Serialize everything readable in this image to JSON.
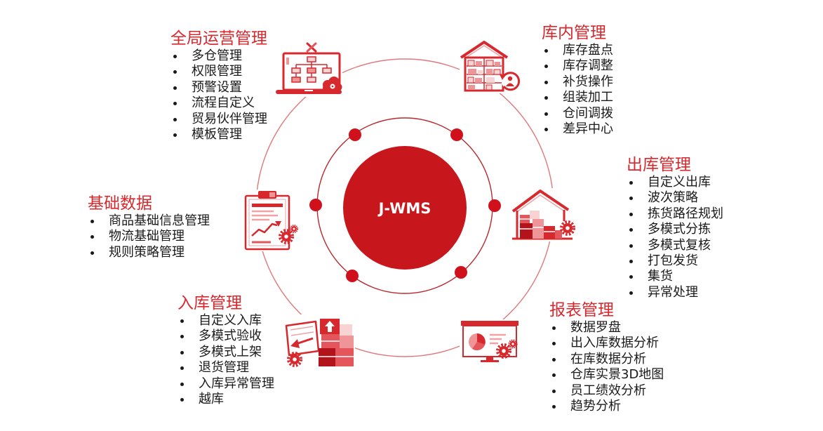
{
  "center": {
    "label": "J-WMS"
  },
  "colors": {
    "accent": "#d7282e",
    "center_fill": "#c8161d",
    "ring_outer": "#e1777a",
    "ring_inner": "#b8282d",
    "dot": "#d0111b",
    "text": "#1a1a1a"
  },
  "modules": {
    "global_ops": {
      "title": "全局运营管理",
      "icon": "monitor-flowchart-icon",
      "items": [
        "多仓管理",
        "权限管理",
        "预警设置",
        "流程自定义",
        "贸易伙伴管理",
        "模板管理"
      ]
    },
    "inventory": {
      "title": "库内管理",
      "icon": "warehouse-shelves-icon",
      "items": [
        "库存盘点",
        "库存调整",
        "补货操作",
        "组装加工",
        "仓间调拨",
        "差异中心"
      ]
    },
    "outbound": {
      "title": "出库管理",
      "icon": "warehouse-boxes-icon",
      "items": [
        "自定义出库",
        "波次策略",
        "拣货路径规划",
        "多模式分拣",
        "多模式复核",
        "打包发货",
        "集货",
        "异常处理"
      ]
    },
    "reports": {
      "title": "报表管理",
      "icon": "monitor-pie-chart-icon",
      "items": [
        "数据罗盘",
        "出入库数据分析",
        "在库数据分析",
        "仓库实景3D地图",
        "员工绩效分析",
        "趋势分析"
      ]
    },
    "base_data": {
      "title": "基础数据",
      "icon": "clipboard-chart-icon",
      "items": [
        "商品基础信息管理",
        "物流基础管理",
        "规则策略管理"
      ]
    },
    "inbound": {
      "title": "入库管理",
      "icon": "boxes-arrow-icon",
      "items": [
        "自定义入库",
        "多模式验收",
        "多模式上架",
        "退货管理",
        "入库异常管理",
        "越库"
      ]
    }
  }
}
